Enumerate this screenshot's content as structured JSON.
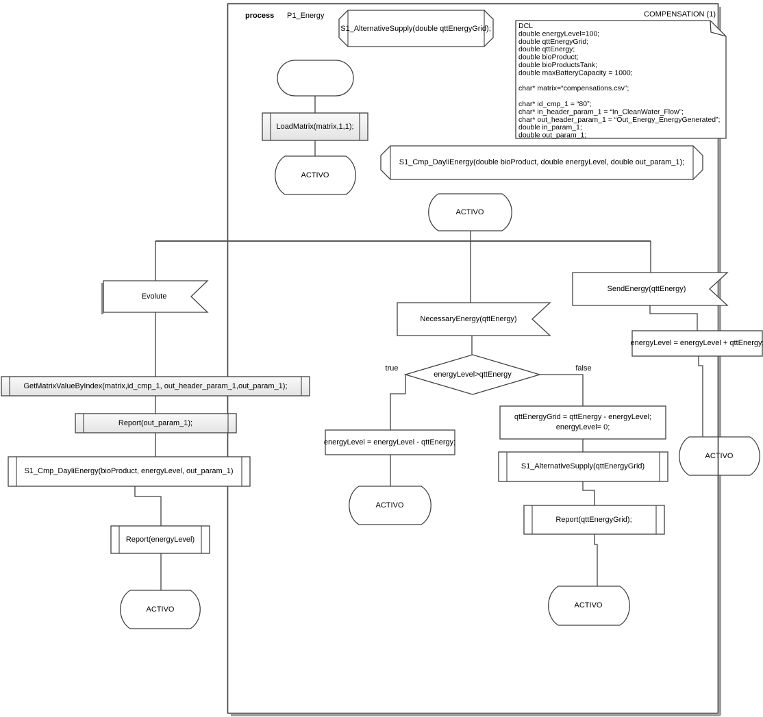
{
  "diagram": {
    "header": {
      "keyword": "process",
      "process_name": "P1_Energy",
      "title_right": "COMPENSATION (1)"
    },
    "signal_declarations": {
      "alternative_supply": "S1_AlternativeSupply(double qttEnergyGrid);",
      "cmp_dayli_energy": "S1_Cmp_DayliEnergy(double bioProduct, double energyLevel, double out_param_1);"
    },
    "dcl_note": {
      "lines": [
        "DCL",
        "double energyLevel=100;",
        "double qttEnergyGrid;",
        "double qttEnergy;",
        "double bioProduct;",
        "double bioProductsTank;",
        "double maxBatteryCapacity = 1000;",
        "",
        "char* matrix=“compensations.csv”;",
        "",
        "char* id_cmp_1 = “80”;",
        "char* in_header_param_1 = “In_CleanWater_Flow”;",
        "char* out_header_param_1 = “Out_Energy_EnergyGenerated”;",
        "double in_param_1;",
        "double out_param_1;"
      ]
    },
    "labels": {
      "state": "ACTIVO",
      "true_branch": "true",
      "false_branch": "false"
    },
    "nodes": {
      "load_matrix": "LoadMatrix(matrix,1,1);",
      "evolute": "Evolute",
      "get_matrix_value": "GetMatrixValueByIndex(matrix,id_cmp_1, out_header_param_1,out_param_1);",
      "report_out_param": "Report(out_param_1);",
      "cmp_dayli_call": "S1_Cmp_DayliEnergy(bioProduct, energyLevel, out_param_1)",
      "report_energy_level": "Report(energyLevel)",
      "necessary_energy": "NecessaryEnergy(qttEnergy)",
      "decision": "energyLevel>qttEnergy",
      "subtract_energy": "energyLevel = energyLevel - qttEnergy;",
      "grid_calc_line1": "qttEnergyGrid = qttEnergy - energyLevel;",
      "grid_calc_line2": "energyLevel= 0;",
      "alternative_supply_call": "S1_AlternativeSupply(qttEnergyGrid)",
      "report_grid": "Report(qttEnergyGrid);",
      "send_energy": "SendEnergy(qttEnergy)",
      "add_energy": "energyLevel = energyLevel + qttEnergy;"
    },
    "colors": {
      "stroke": "#404040",
      "frame_shadow": "#9e9e9e",
      "procedure_fill": "#ececec"
    }
  }
}
